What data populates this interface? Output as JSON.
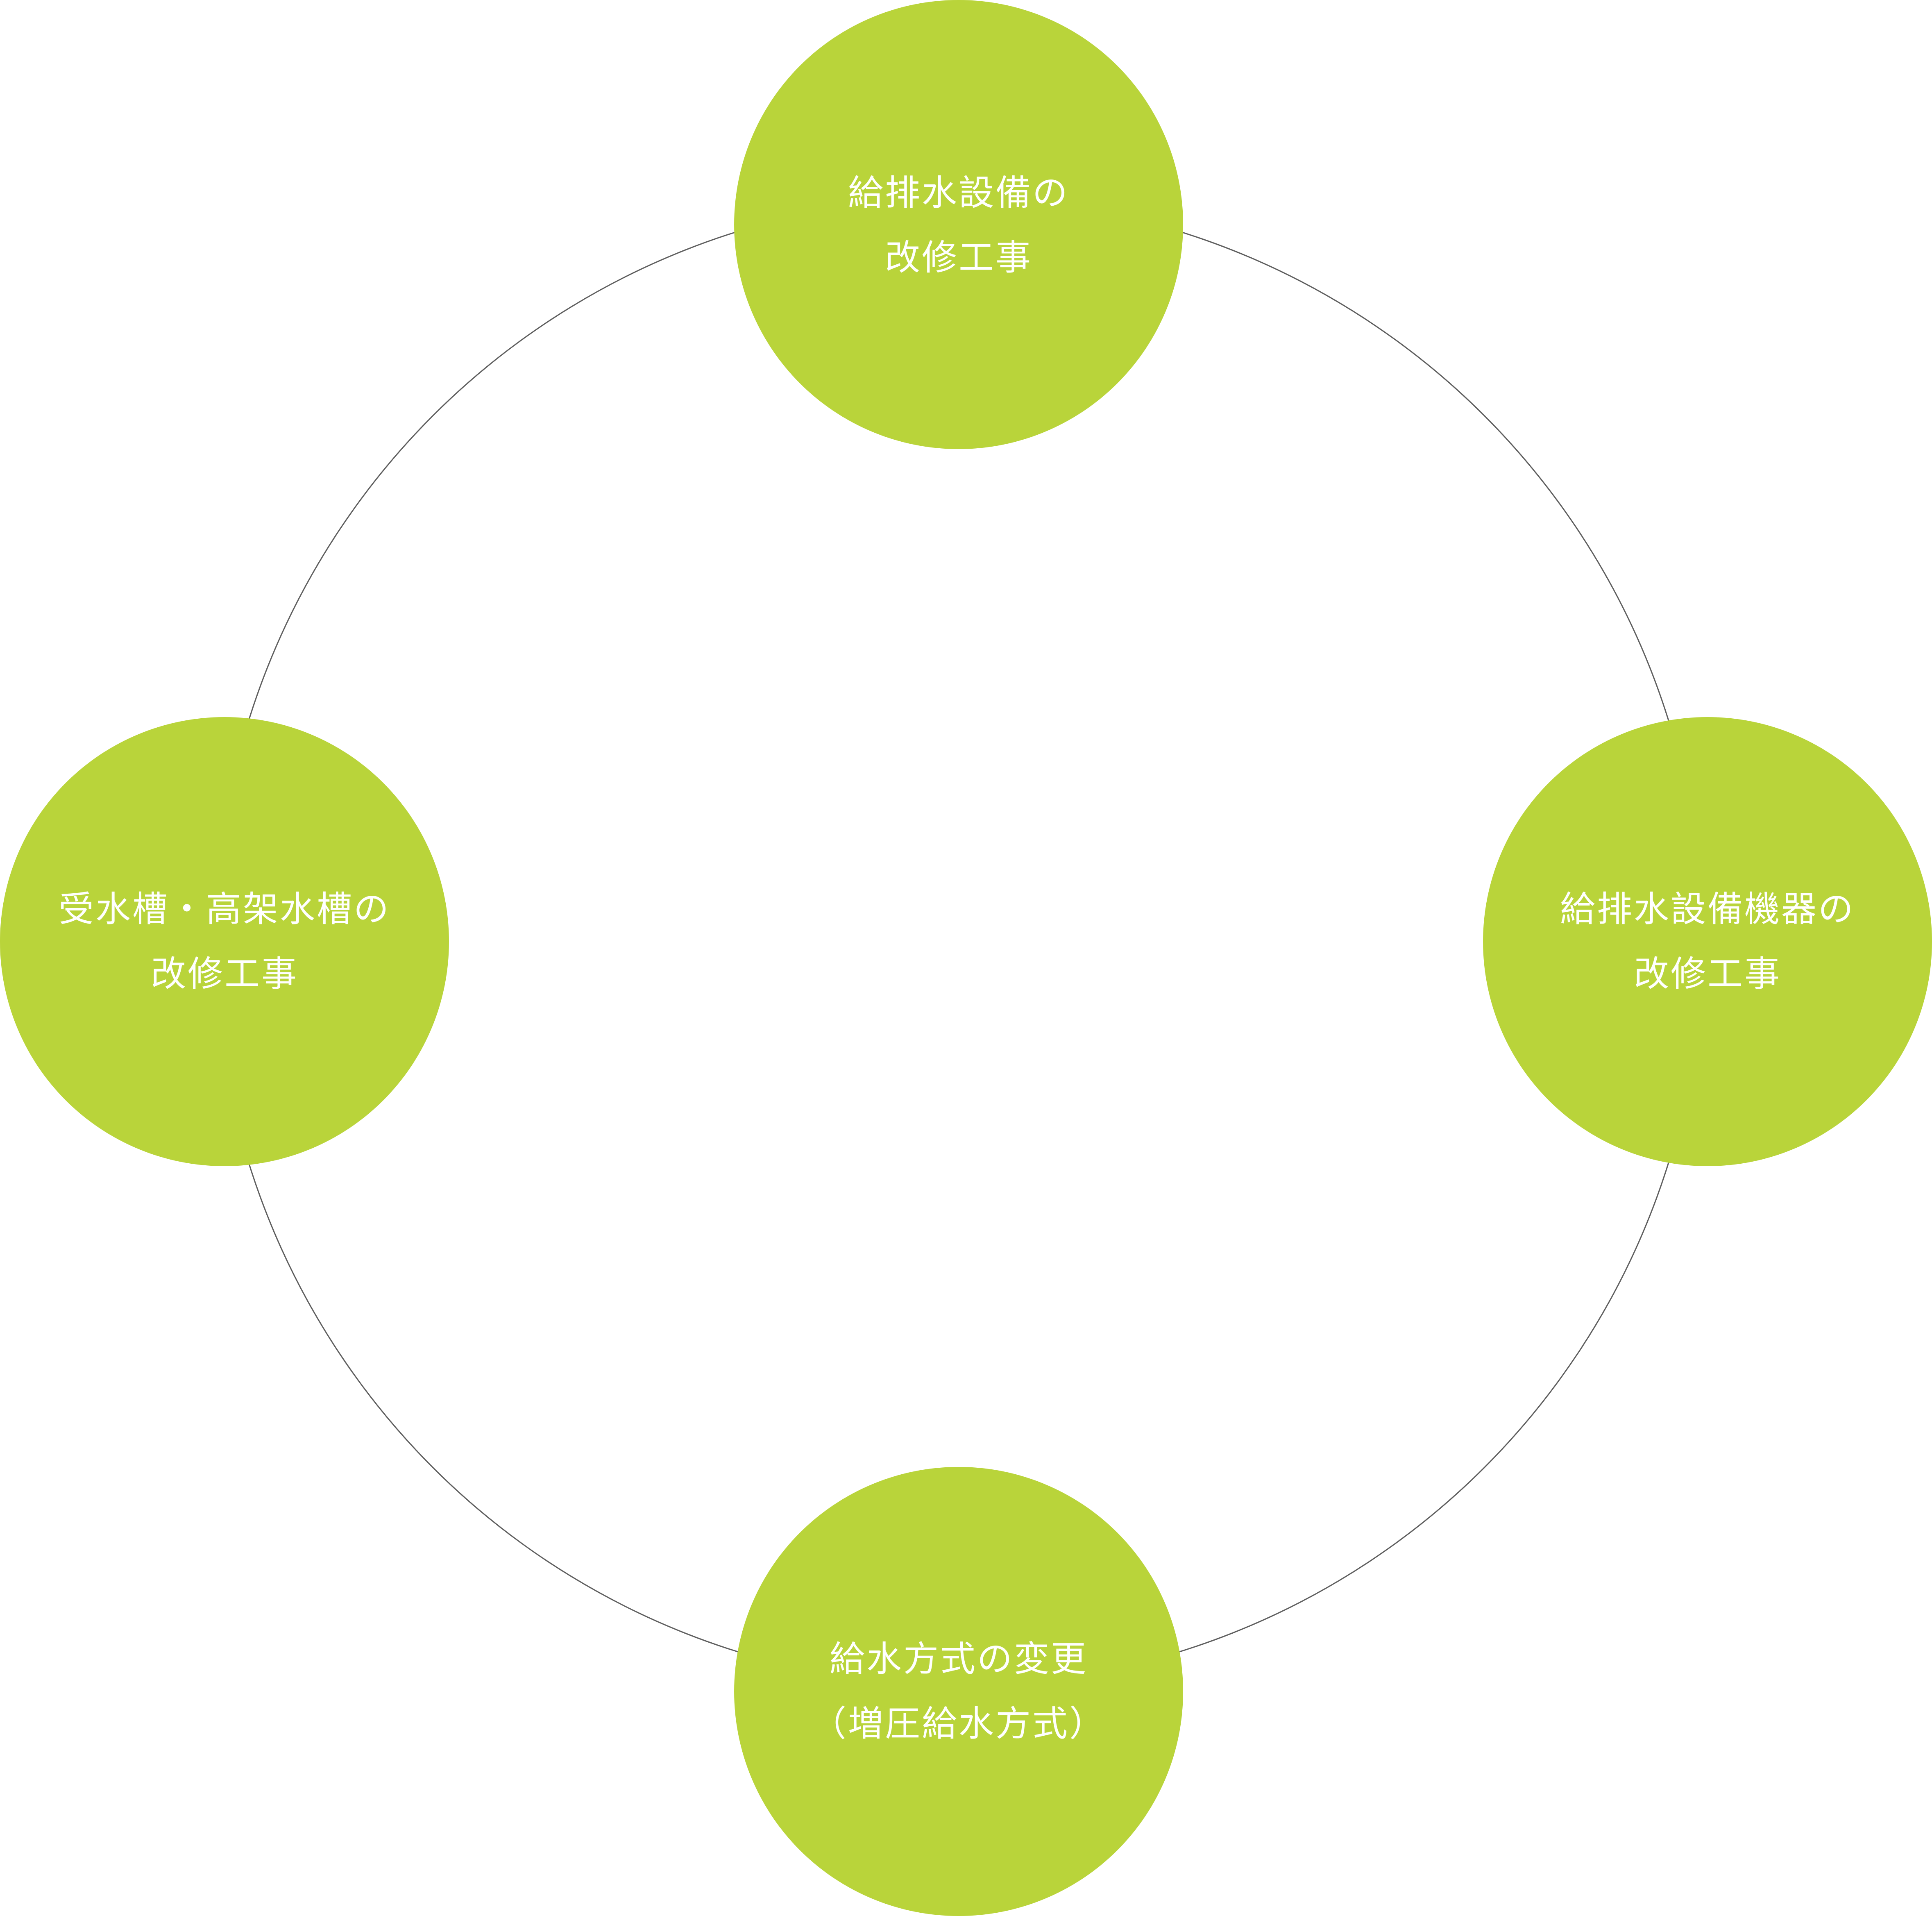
{
  "colors": {
    "node_fill": "#b9d43a",
    "ring_stroke": "#5f5f5f",
    "node_text": "#ffffff",
    "background": "#ffffff"
  },
  "nodes": [
    {
      "id": "top",
      "lines": [
        "給排水設備の",
        "改修工事"
      ]
    },
    {
      "id": "right",
      "lines": [
        "給排水設備機器の",
        "改修工事"
      ]
    },
    {
      "id": "bottom",
      "lines": [
        "給水方式の変更",
        "（増圧給水方式）"
      ]
    },
    {
      "id": "left",
      "lines": [
        "受水槽・高架水槽の",
        "改修工事"
      ]
    }
  ]
}
